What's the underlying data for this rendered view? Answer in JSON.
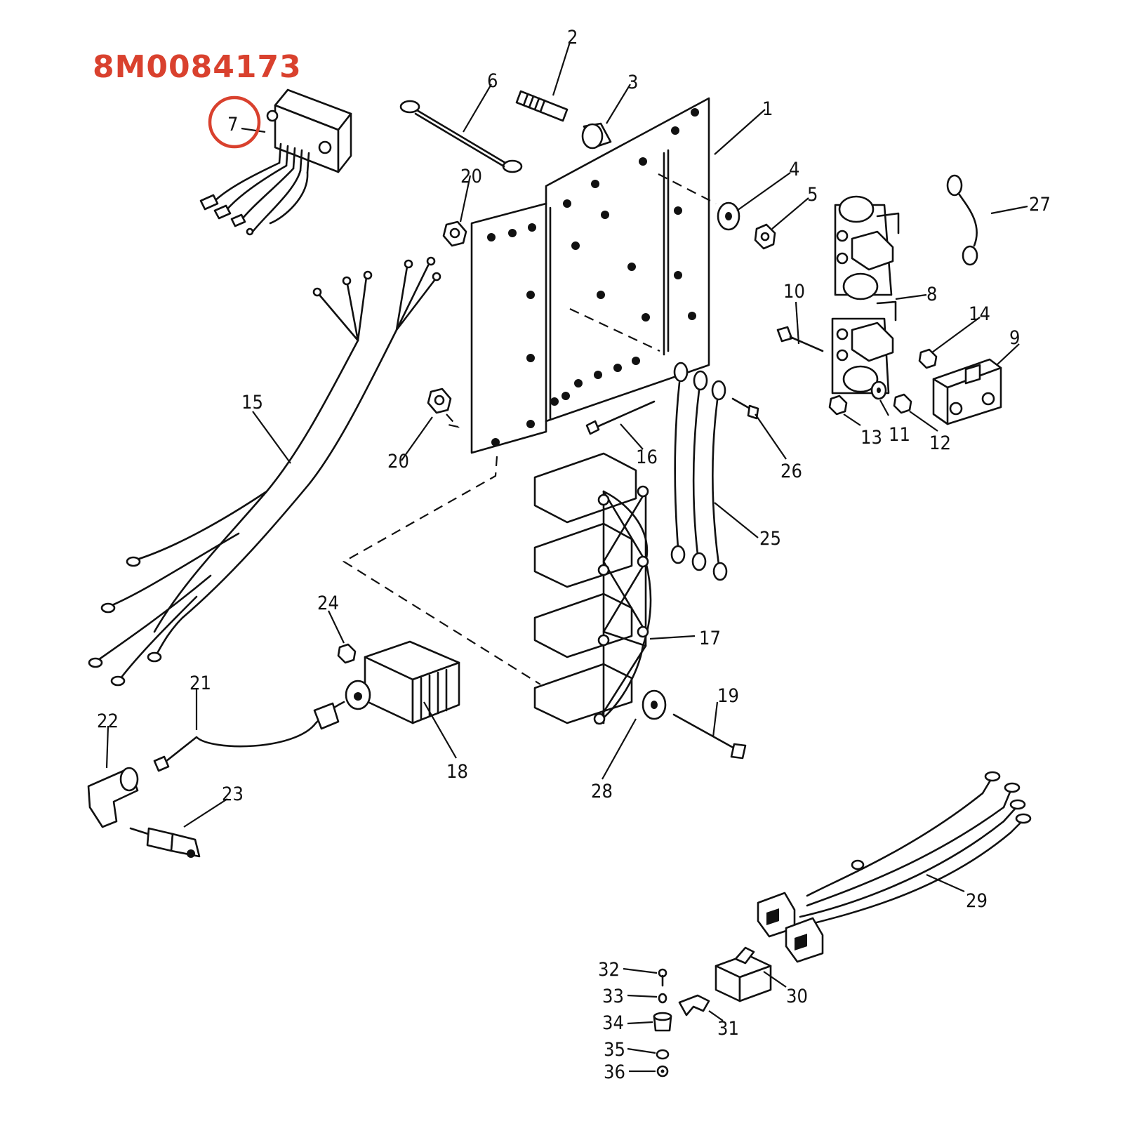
{
  "header": {
    "part_number": "8M0084173",
    "highlight_color": "#d9412e"
  },
  "highlighted_callout": "7",
  "callouts": [
    "1",
    "2",
    "3",
    "4",
    "5",
    "6",
    "7",
    "8",
    "9",
    "10",
    "11",
    "12",
    "13",
    "14",
    "15",
    "16",
    "17",
    "18",
    "19",
    "20",
    "20",
    "21",
    "22",
    "23",
    "24",
    "25",
    "26",
    "27",
    "28",
    "29",
    "30",
    "31",
    "32",
    "33",
    "34",
    "35",
    "36"
  ],
  "parts": [
    {
      "callout": "1",
      "icon": "mounting-plate-icon"
    },
    {
      "callout": "2",
      "icon": "stud-icon"
    },
    {
      "callout": "3",
      "icon": "spacer-icon"
    },
    {
      "callout": "4",
      "icon": "washer-icon"
    },
    {
      "callout": "5",
      "icon": "nut-icon"
    },
    {
      "callout": "6",
      "icon": "ground-strap-icon"
    },
    {
      "callout": "7",
      "icon": "rectifier-regulator-icon"
    },
    {
      "callout": "8",
      "icon": "switch-box-icon"
    },
    {
      "callout": "9",
      "icon": "terminal-block-icon"
    },
    {
      "callout": "10",
      "icon": "screw-icon"
    },
    {
      "callout": "11",
      "icon": "washer-icon"
    },
    {
      "callout": "12",
      "icon": "nut-icon"
    },
    {
      "callout": "13",
      "icon": "nut-icon"
    },
    {
      "callout": "14",
      "icon": "nut-icon"
    },
    {
      "callout": "15",
      "icon": "wire-harness-icon"
    },
    {
      "callout": "16",
      "icon": "screw-icon"
    },
    {
      "callout": "17",
      "icon": "stator-icon"
    },
    {
      "callout": "18",
      "icon": "ignition-coil-icon"
    },
    {
      "callout": "19",
      "icon": "screw-icon"
    },
    {
      "callout": "20",
      "icon": "nut-icon"
    },
    {
      "callout": "21",
      "icon": "high-tension-lead-icon"
    },
    {
      "callout": "22",
      "icon": "spark-plug-boot-icon"
    },
    {
      "callout": "23",
      "icon": "spark-plug-icon"
    },
    {
      "callout": "24",
      "icon": "nut-icon"
    },
    {
      "callout": "25",
      "icon": "ground-strap-icon"
    },
    {
      "callout": "26",
      "icon": "screw-icon"
    },
    {
      "callout": "27",
      "icon": "ground-strap-icon"
    },
    {
      "callout": "28",
      "icon": "washer-icon"
    },
    {
      "callout": "29",
      "icon": "wire-harness-icon"
    },
    {
      "callout": "30",
      "icon": "relay-icon"
    },
    {
      "callout": "31",
      "icon": "bracket-icon"
    },
    {
      "callout": "32",
      "icon": "screw-icon"
    },
    {
      "callout": "33",
      "icon": "washer-icon"
    },
    {
      "callout": "34",
      "icon": "grommet-icon"
    },
    {
      "callout": "35",
      "icon": "washer-icon"
    },
    {
      "callout": "36",
      "icon": "nut-icon"
    }
  ]
}
